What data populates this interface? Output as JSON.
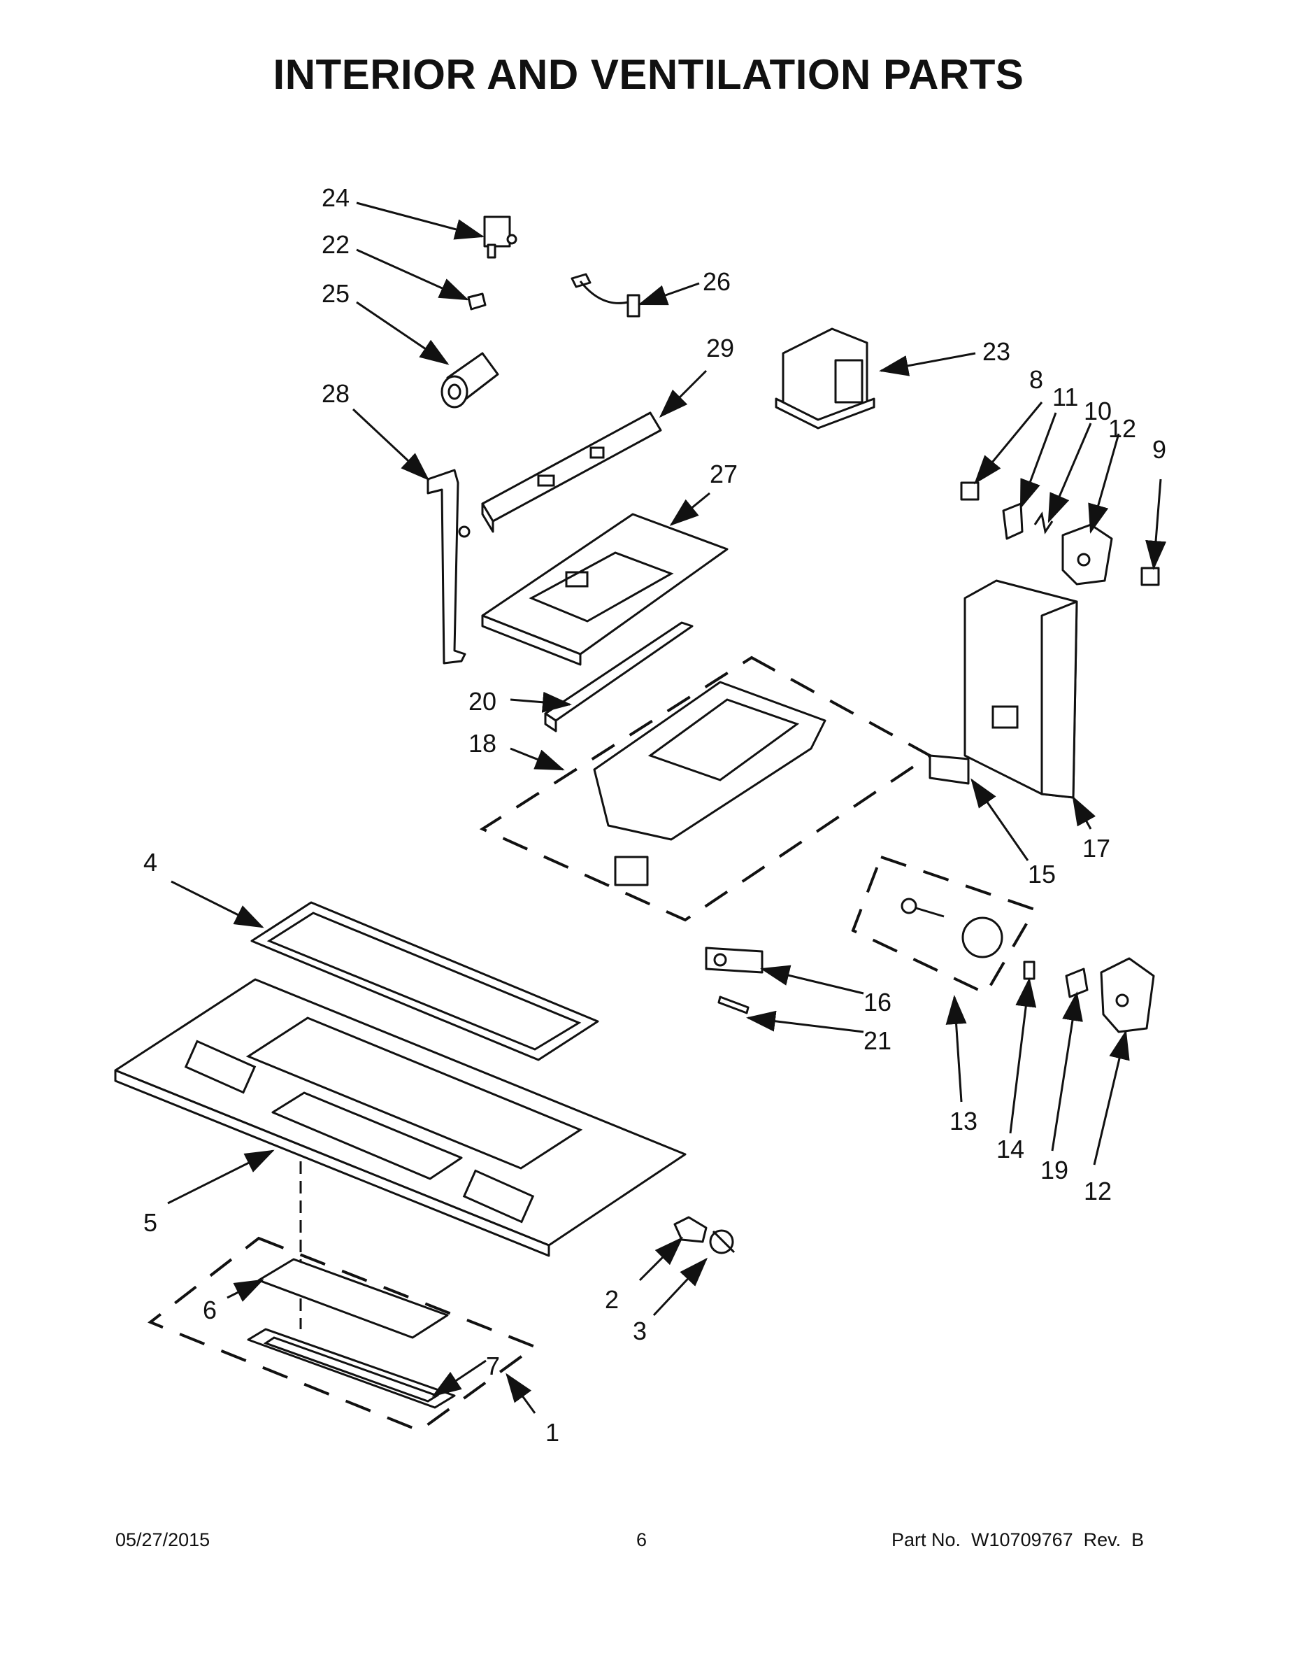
{
  "title": "INTERIOR AND VENTILATION PARTS",
  "callouts": {
    "c1": "1",
    "c2": "2",
    "c3": "3",
    "c4": "4",
    "c5": "5",
    "c6": "6",
    "c7": "7",
    "c8": "8",
    "c9": "9",
    "c10": "10",
    "c11": "11",
    "c12a": "12",
    "c12b": "12",
    "c13": "13",
    "c14": "14",
    "c15": "15",
    "c16": "16",
    "c17": "17",
    "c18": "18",
    "c19": "19",
    "c20": "20",
    "c21": "21",
    "c22": "22",
    "c23": "23",
    "c24": "24",
    "c25": "25",
    "c26": "26",
    "c27": "27",
    "c28": "28",
    "c29": "29"
  },
  "footer": {
    "date": "05/27/2015",
    "page": "6",
    "part_no": "Part No.  W10709767  Rev.  B"
  }
}
